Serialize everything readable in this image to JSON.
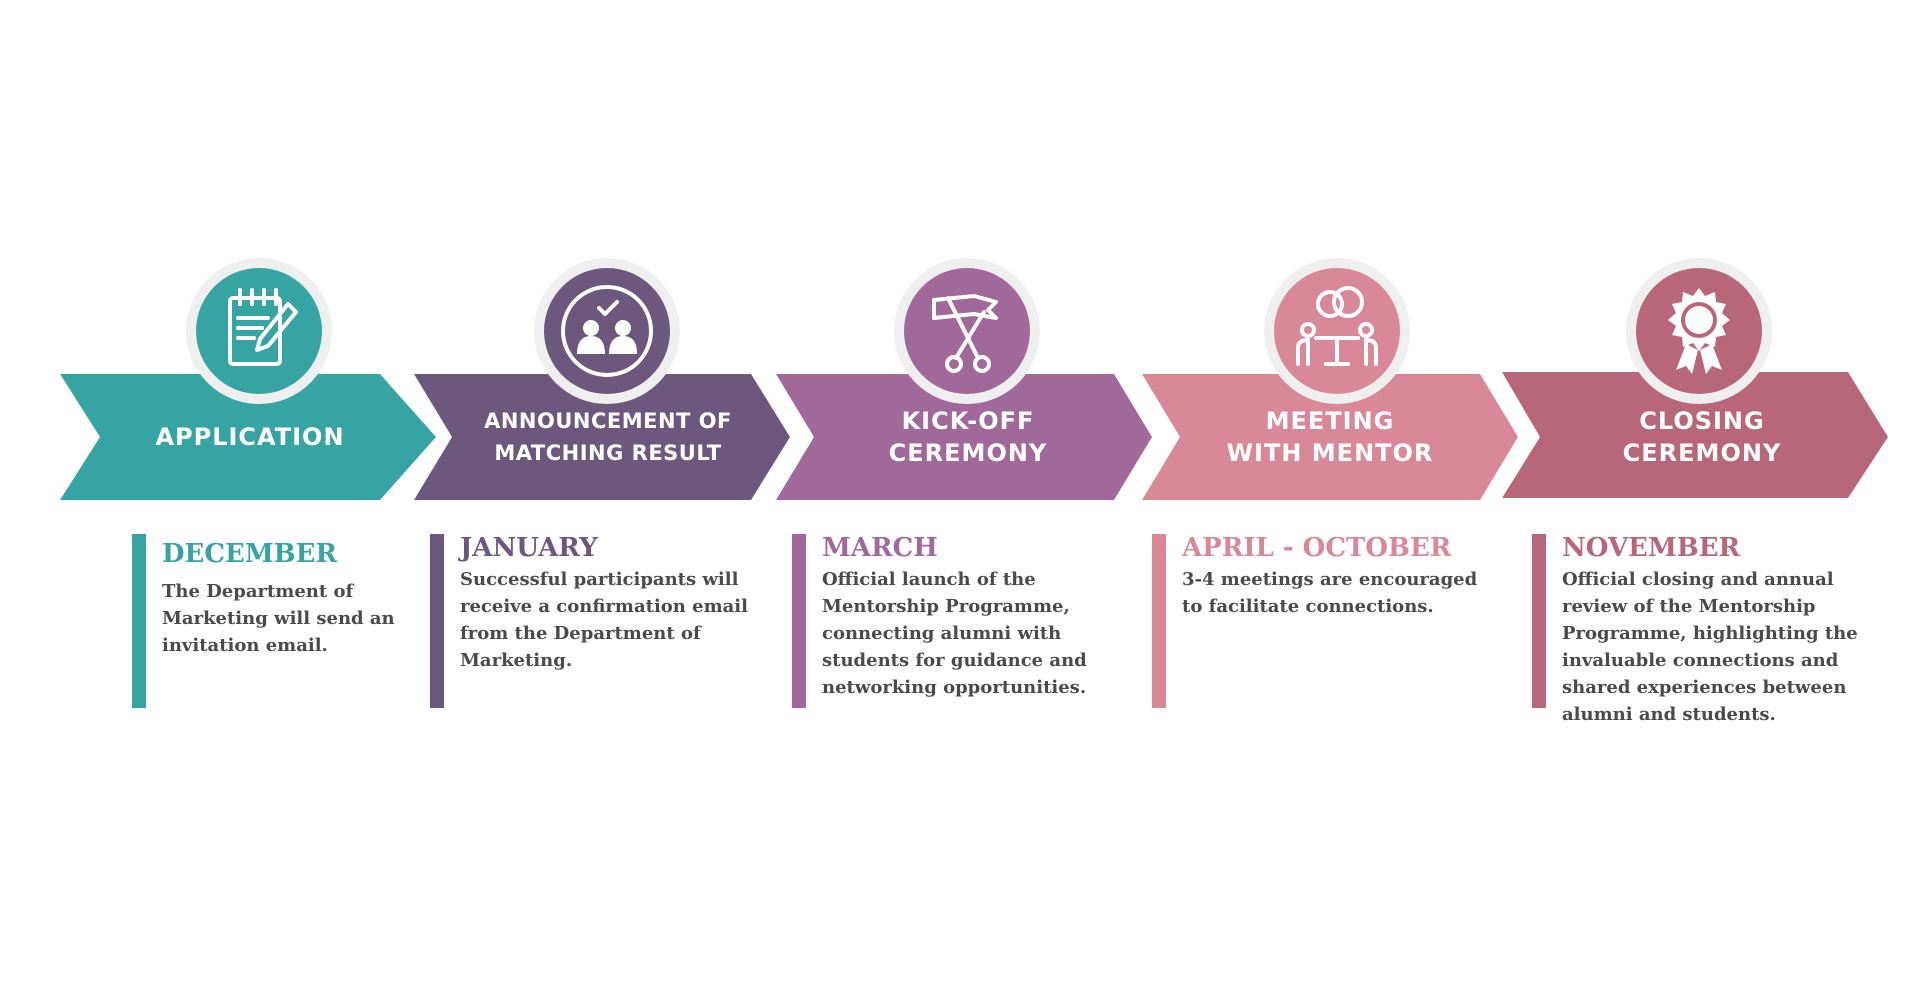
{
  "diagram": {
    "stages": [
      {
        "title": "APPLICATION",
        "month": "DECEMBER",
        "description": "The Department of Marketing will send an invitation email.",
        "color": "#37a4a4",
        "icon": "notepad-pencil-icon"
      },
      {
        "title": "ANNOUNCEMENT OF\nMATCHING RESULT",
        "month": "JANUARY",
        "description": "Successful participants will receive a confirmation email from the Department of Marketing.",
        "color": "#6b587c",
        "icon": "people-checkmark-icon"
      },
      {
        "title": "KICK-OFF\nCEREMONY",
        "month": "MARCH",
        "description": "Official launch of the Mentorship Programme, connecting alumni with students for guidance and networking opportunities.",
        "color": "#a0699a",
        "icon": "ribbon-scissors-icon"
      },
      {
        "title": "MEETING\nWITH MENTOR",
        "month": "APRIL - OCTOBER",
        "description": "3-4 meetings are encouraged to facilitate connections.",
        "color": "#d88898",
        "icon": "meeting-table-icon"
      },
      {
        "title": "CLOSING\nCEREMONY",
        "month": "NOVEMBER",
        "description": "Official closing and annual review of the Mentorship Programme, highlighting the invaluable connections and shared experiences between alumni and students.",
        "color": "#b86679",
        "icon": "award-rosette-icon"
      }
    ]
  }
}
